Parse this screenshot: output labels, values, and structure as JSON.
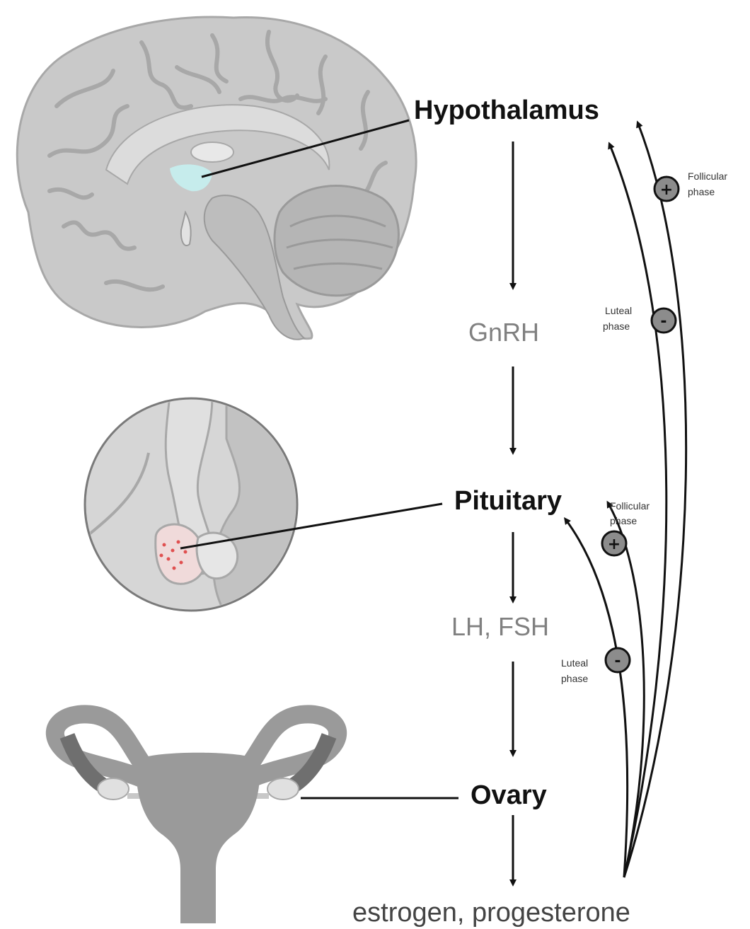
{
  "organs": {
    "hypothalamus": "Hypothalamus",
    "pituitary": "Pituitary",
    "ovary": "Ovary"
  },
  "hormones": {
    "gnrh": "GnRH",
    "lh_fsh": "LH, FSH",
    "final": "estrogen, progesterone"
  },
  "feedback": {
    "hypothalamus_positive": {
      "sign": "+",
      "phase_line1": "Follicular",
      "phase_line2": "phase"
    },
    "hypothalamus_negative": {
      "sign": "-",
      "phase_line1": "Luteal",
      "phase_line2": "phase"
    },
    "pituitary_positive": {
      "sign": "+",
      "phase_line1": "Follicular",
      "phase_line2": "phase"
    },
    "pituitary_negative": {
      "sign": "-",
      "phase_line1": "Luteal",
      "phase_line2": "phase"
    }
  },
  "colors": {
    "brain_fill": "#c9c9c9",
    "brain_fold": "#a8a8a8",
    "hypothalamus_highlight": "#c6ecec",
    "organ_gray": "#9a9a9a",
    "pituitary_dots": "#e05050",
    "badge_fill": "#8c8c8c"
  },
  "icons": [
    "brain-illustration",
    "pituitary-magnifier-illustration",
    "uterus-ovaries-illustration"
  ]
}
